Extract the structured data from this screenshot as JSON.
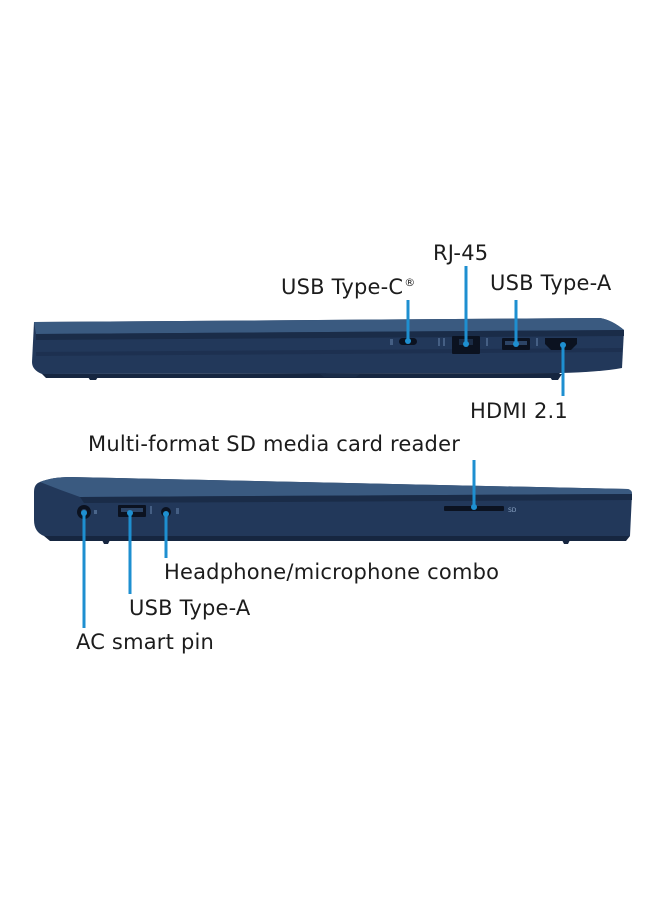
{
  "colors": {
    "chassis_top": "#2e4a6a",
    "chassis_body": "#22385a",
    "chassis_dark": "#162640",
    "chassis_edge": "#3f5f85",
    "leader_line": "#1e8fd0",
    "port": "#0b1220",
    "text": "#1c1c1c"
  },
  "right_side": {
    "usb_c": {
      "label": "USB Type-C",
      "mark": "®"
    },
    "rj45": {
      "label": "RJ-45"
    },
    "usb_a": {
      "label": "USB Type-A"
    },
    "hdmi": {
      "label": "HDMI 2.1"
    }
  },
  "left_side": {
    "sd_reader": {
      "label": "Multi-format SD media card reader",
      "port_mark": "SD"
    },
    "audio_combo": {
      "label": "Headphone/microphone combo"
    },
    "usb_a": {
      "label": "USB Type-A"
    },
    "ac_pin": {
      "label": "AC smart pin"
    }
  }
}
